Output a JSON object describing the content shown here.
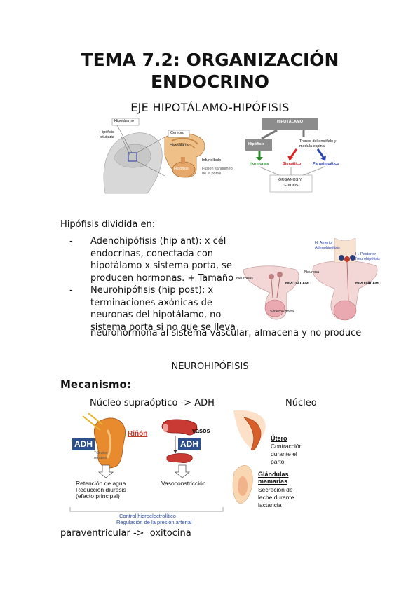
{
  "title": {
    "line1": "TEMA 7.2: ORGANIZACIÓN",
    "line2": "ENDOCRINO"
  },
  "section1": {
    "heading": "EJE HIPOTÁLAMO-HIPÓFISIS"
  },
  "brain_figure": {
    "labels": {
      "hypothalamus": "Hipotálamo",
      "pituitary": "Hipófisis\npituitaria",
      "cerebrum": "Cerebro",
      "hipotalamo_inner": "Hipotálamo",
      "infundibulum": "Infundíbulo",
      "hipofisis_inner": "Hipófisis",
      "porta": "Fusión sanguíneo\nde la portal"
    }
  },
  "axis_diagram": {
    "top": "HIPOTÁLAMO",
    "left": "Hipófisis",
    "right": "Tronco del encéfalo y\nmédula espinal",
    "out_hormonas": "Hormonas",
    "out_simpatico": "Simpático",
    "out_parasimpatico": "Parasimpático",
    "bottom_line1": "ÓRGANOS Y",
    "bottom_line2": "TEJIDOS"
  },
  "section2": {
    "intro": "Hipófisis dividida en:",
    "items": [
      {
        "dash": "-",
        "lines": [
          "Adenohipófisis (hip ant): x cél",
          "endocrinas, conectada con",
          "hipotálamo x sistema porta, se",
          "producen hormonas. + Tamaño"
        ]
      },
      {
        "dash": "-",
        "lines": [
          "Neurohipófisis (hip post): x",
          "terminaciones axónicas de",
          "neuronas del hipotálamo, no",
          "sistema porta si no que se lleva"
        ]
      }
    ],
    "continuation": "neurohormona al sistema vascular, almacena y no produce"
  },
  "pituitary_figure": {
    "labels": {
      "h_anterior": "H. Anterior\nAdenohipófisis",
      "h_posterior": "H. Posterior\nNeurohipófisis",
      "neuronas": "Neuronas",
      "neurona": "Neurona",
      "hipotalamo_left": "HIPOTÁLAMO",
      "hipotalamo_right": "HIPOTÁLAMO",
      "sistema_porta": "Sistema porta"
    }
  },
  "section3": {
    "heading": "NEUROHIPÓFISIS",
    "mechanism_label": "Mecanismo",
    "mechanism_colon": ":",
    "nucleus_sup": "Núcleo supraóptico -> ADH",
    "nucleus_right": "Núcleo",
    "paraventricular": "paraventricular ->  oxitocina"
  },
  "adh_figure": {
    "adh": "ADH",
    "rinon": "Riñón",
    "tubulos": "Túbulos\nrenales",
    "vasos": "vasos",
    "ret1": "Retención de agua",
    "ret2": "Reducción diuresis",
    "ret3": "(efecto principal)",
    "vaso": "Vasoconstricción",
    "ctrl1": "Control hidroelectrolítico",
    "ctrl2": "Regulación de la presión arterial"
  },
  "oxy_figure": {
    "utero": "Útero",
    "utero_desc1": "Contracción",
    "utero_desc2": "durante el",
    "utero_desc3": "parto",
    "gland1": "Glándulas",
    "gland2": "mamarias",
    "gland_desc1": "Secreción  de",
    "gland_desc2": "leche durante",
    "gland_desc3": "lactancia"
  },
  "colors": {
    "adh_box": "#2c4f8e",
    "rinon_red": "#c0392b",
    "control_blue": "#2c4fa0",
    "simpatico_red": "#d22",
    "hormonas_green": "#2a8a2a",
    "parasimpatico_blue": "#2a44b0"
  }
}
